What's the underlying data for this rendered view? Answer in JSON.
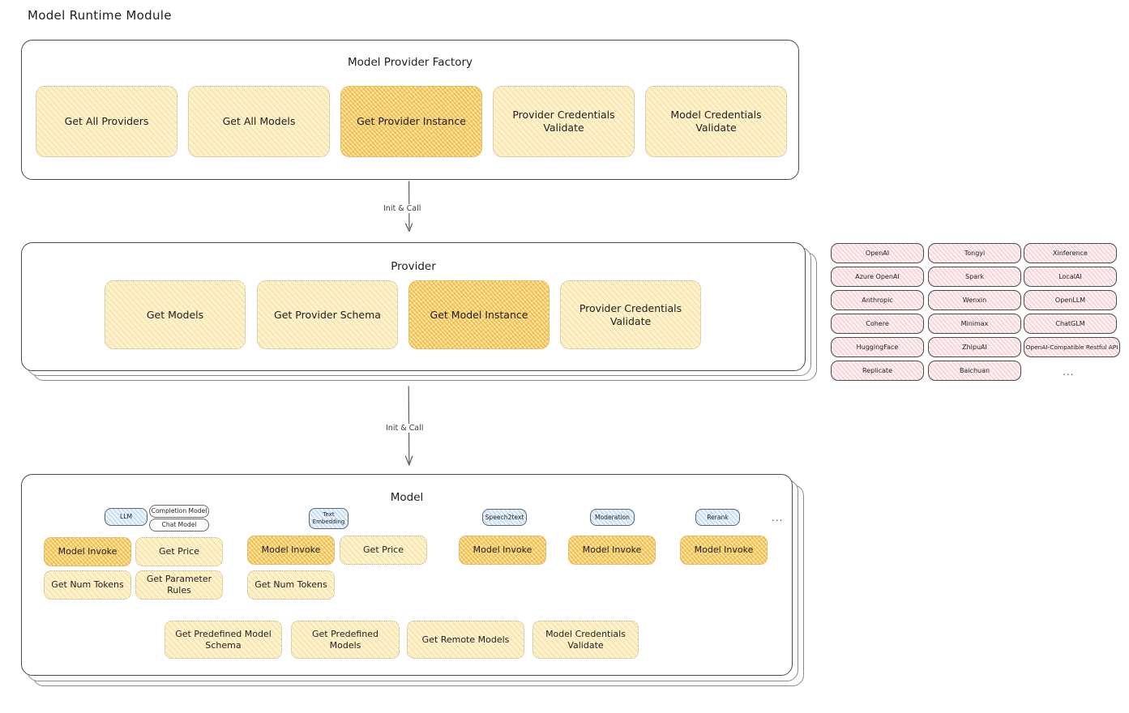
{
  "page": {
    "title": "Model Runtime Module",
    "background": "#ffffff",
    "accent_light": "#fdf2cf",
    "accent_hot": "#fae3a8",
    "tag_blue": "#eaf3fb",
    "chip_pink": "#fdeff0",
    "ellipsis": "..."
  },
  "factory": {
    "title": "Model Provider Factory",
    "nodes": [
      {
        "label": "Get All Providers",
        "highlighted": false
      },
      {
        "label": "Get All Models",
        "highlighted": false
      },
      {
        "label": "Get Provider Instance",
        "highlighted": true
      },
      {
        "label": "Provider Credentials Validate",
        "highlighted": false
      },
      {
        "label": "Model Credentials Validate",
        "highlighted": false
      }
    ]
  },
  "arrows": [
    {
      "label": "Init & Call",
      "from": "factory",
      "to": "provider"
    },
    {
      "label": "Init & Call",
      "from": "provider",
      "to": "model"
    }
  ],
  "provider": {
    "title": "Provider",
    "nodes": [
      {
        "label": "Get Models",
        "highlighted": false
      },
      {
        "label": "Get Provider Schema",
        "highlighted": false
      },
      {
        "label": "Get Model Instance",
        "highlighted": true
      },
      {
        "label": "Provider Credentials Validate",
        "highlighted": false
      }
    ]
  },
  "providers_panel": {
    "columns": [
      {
        "items": [
          "OpenAI",
          "Azure OpenAI",
          "Anthropic",
          "Cohere",
          "HuggingFace",
          "Replicate"
        ]
      },
      {
        "items": [
          "Tongyi",
          "Spark",
          "Wenxin",
          "Minimax",
          "ZhipuAI",
          "Baichuan"
        ]
      },
      {
        "items": [
          "Xinference",
          "LocalAI",
          "OpenLLM",
          "ChatGLM",
          "OpenAI-Compatible Restful API"
        ]
      }
    ],
    "more": "..."
  },
  "model": {
    "title": "Model",
    "more": "...",
    "kinds": [
      {
        "tag": "LLM",
        "subtags": [
          "Completion Model",
          "Chat Model"
        ],
        "nodes": [
          {
            "label": "Model Invoke",
            "highlighted": true
          },
          {
            "label": "Get Price",
            "highlighted": false
          },
          {
            "label": "Get Num Tokens",
            "highlighted": false
          },
          {
            "label": "Get Parameter Rules",
            "highlighted": false
          }
        ]
      },
      {
        "tag": "Text Embedding",
        "subtags": [],
        "nodes": [
          {
            "label": "Model Invoke",
            "highlighted": true
          },
          {
            "label": "Get Price",
            "highlighted": false
          },
          {
            "label": "Get Num Tokens",
            "highlighted": false
          }
        ]
      },
      {
        "tag": "Speech2text",
        "subtags": [],
        "nodes": [
          {
            "label": "Model Invoke",
            "highlighted": true
          }
        ]
      },
      {
        "tag": "Moderation",
        "subtags": [],
        "nodes": [
          {
            "label": "Model Invoke",
            "highlighted": true
          }
        ]
      },
      {
        "tag": "Rerank",
        "subtags": [],
        "nodes": [
          {
            "label": "Model Invoke",
            "highlighted": true
          }
        ]
      }
    ],
    "common_nodes": [
      {
        "label": "Get Predefined Model Schema"
      },
      {
        "label": "Get Predefined Models"
      },
      {
        "label": "Get Remote Models"
      },
      {
        "label": "Model Credentials Validate"
      }
    ]
  }
}
